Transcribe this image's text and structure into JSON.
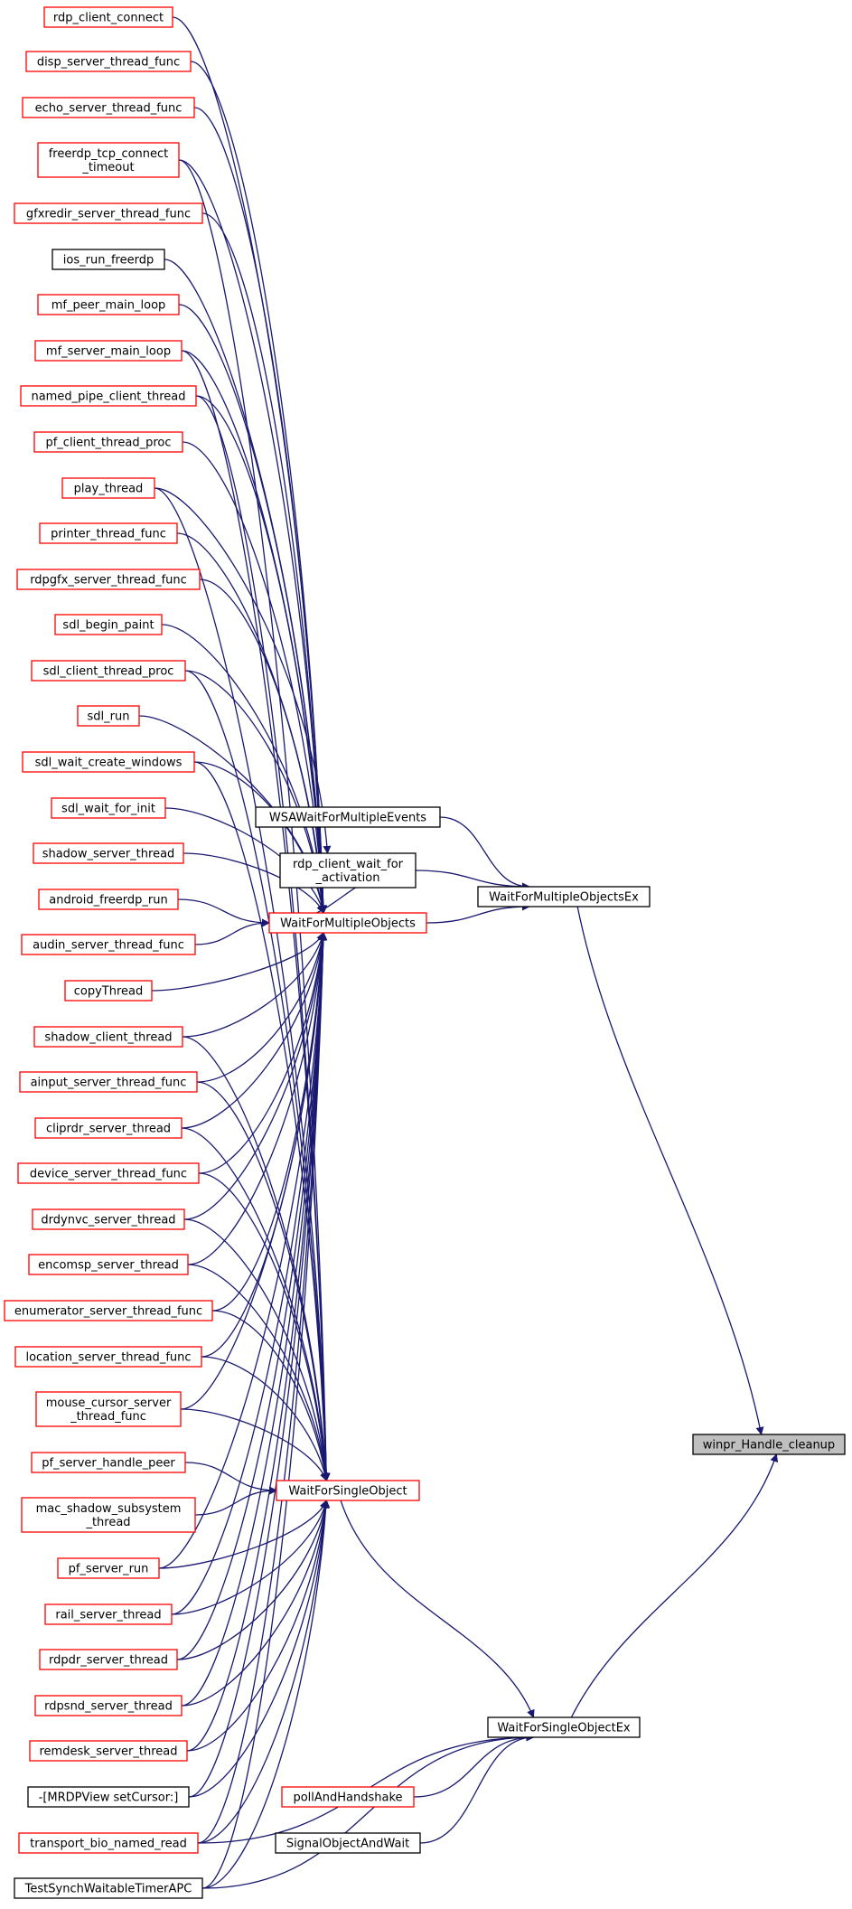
{
  "colors": {
    "edge": "#191970",
    "linked_border": "#ff0000",
    "plain_border": "#000000",
    "focus_fill": "#bfbfbf"
  },
  "nodes": [
    {
      "id": "rdp_client_connect",
      "lines": [
        "rdp_client_connect"
      ],
      "style": "red"
    },
    {
      "id": "disp_server_thread_func",
      "lines": [
        "disp_server_thread_func"
      ],
      "style": "red"
    },
    {
      "id": "echo_server_thread_func",
      "lines": [
        "echo_server_thread_func"
      ],
      "style": "red"
    },
    {
      "id": "freerdp_tcp_connect_timeout",
      "lines": [
        "freerdp_tcp_connect",
        "_timeout"
      ],
      "style": "red"
    },
    {
      "id": "gfxredir_server_thread_func",
      "lines": [
        "gfxredir_server_thread_func"
      ],
      "style": "red"
    },
    {
      "id": "ios_run_freerdp",
      "lines": [
        "ios_run_freerdp"
      ],
      "style": "black"
    },
    {
      "id": "mf_peer_main_loop",
      "lines": [
        "mf_peer_main_loop"
      ],
      "style": "red"
    },
    {
      "id": "mf_server_main_loop",
      "lines": [
        "mf_server_main_loop"
      ],
      "style": "red"
    },
    {
      "id": "named_pipe_client_thread",
      "lines": [
        "named_pipe_client_thread"
      ],
      "style": "red"
    },
    {
      "id": "pf_client_thread_proc",
      "lines": [
        "pf_client_thread_proc"
      ],
      "style": "red"
    },
    {
      "id": "play_thread",
      "lines": [
        "play_thread"
      ],
      "style": "red"
    },
    {
      "id": "printer_thread_func",
      "lines": [
        "printer_thread_func"
      ],
      "style": "red"
    },
    {
      "id": "rdpgfx_server_thread_func",
      "lines": [
        "rdpgfx_server_thread_func"
      ],
      "style": "red"
    },
    {
      "id": "sdl_begin_paint",
      "lines": [
        "sdl_begin_paint"
      ],
      "style": "red"
    },
    {
      "id": "sdl_client_thread_proc",
      "lines": [
        "sdl_client_thread_proc"
      ],
      "style": "red"
    },
    {
      "id": "sdl_run",
      "lines": [
        "sdl_run"
      ],
      "style": "red"
    },
    {
      "id": "sdl_wait_create_windows",
      "lines": [
        "sdl_wait_create_windows"
      ],
      "style": "red"
    },
    {
      "id": "sdl_wait_for_init",
      "lines": [
        "sdl_wait_for_init"
      ],
      "style": "red"
    },
    {
      "id": "shadow_server_thread",
      "lines": [
        "shadow_server_thread"
      ],
      "style": "red"
    },
    {
      "id": "android_freerdp_run",
      "lines": [
        "android_freerdp_run"
      ],
      "style": "red"
    },
    {
      "id": "audin_server_thread_func",
      "lines": [
        "audin_server_thread_func"
      ],
      "style": "red"
    },
    {
      "id": "copyThread",
      "lines": [
        "copyThread"
      ],
      "style": "red"
    },
    {
      "id": "shadow_client_thread",
      "lines": [
        "shadow_client_thread"
      ],
      "style": "red"
    },
    {
      "id": "ainput_server_thread_func",
      "lines": [
        "ainput_server_thread_func"
      ],
      "style": "red"
    },
    {
      "id": "cliprdr_server_thread",
      "lines": [
        "cliprdr_server_thread"
      ],
      "style": "red"
    },
    {
      "id": "device_server_thread_func",
      "lines": [
        "device_server_thread_func"
      ],
      "style": "red"
    },
    {
      "id": "drdynvc_server_thread",
      "lines": [
        "drdynvc_server_thread"
      ],
      "style": "red"
    },
    {
      "id": "encomsp_server_thread",
      "lines": [
        "encomsp_server_thread"
      ],
      "style": "red"
    },
    {
      "id": "enumerator_server_thread_func",
      "lines": [
        "enumerator_server_thread_func"
      ],
      "style": "red"
    },
    {
      "id": "location_server_thread_func",
      "lines": [
        "location_server_thread_func"
      ],
      "style": "red"
    },
    {
      "id": "mouse_cursor_server_thread_func",
      "lines": [
        "mouse_cursor_server",
        "_thread_func"
      ],
      "style": "red"
    },
    {
      "id": "pf_server_handle_peer",
      "lines": [
        "pf_server_handle_peer"
      ],
      "style": "red"
    },
    {
      "id": "mac_shadow_subsystem_thread",
      "lines": [
        "mac_shadow_subsystem",
        "_thread"
      ],
      "style": "red"
    },
    {
      "id": "pf_server_run",
      "lines": [
        "pf_server_run"
      ],
      "style": "red"
    },
    {
      "id": "rail_server_thread",
      "lines": [
        "rail_server_thread"
      ],
      "style": "red"
    },
    {
      "id": "rdpdr_server_thread",
      "lines": [
        "rdpdr_server_thread"
      ],
      "style": "red"
    },
    {
      "id": "rdpsnd_server_thread",
      "lines": [
        "rdpsnd_server_thread"
      ],
      "style": "red"
    },
    {
      "id": "remdesk_server_thread",
      "lines": [
        "remdesk_server_thread"
      ],
      "style": "red"
    },
    {
      "id": "MRDPView_setCursor",
      "lines": [
        "-[MRDPView setCursor:]"
      ],
      "style": "black"
    },
    {
      "id": "transport_bio_named_read",
      "lines": [
        "transport_bio_named_read"
      ],
      "style": "red"
    },
    {
      "id": "TestSynchWaitableTimerAPC",
      "lines": [
        "TestSynchWaitableTimerAPC"
      ],
      "style": "black"
    },
    {
      "id": "WSAWaitForMultipleEvents",
      "lines": [
        "WSAWaitForMultipleEvents"
      ],
      "style": "black"
    },
    {
      "id": "rdp_client_wait_for_activation",
      "lines": [
        "rdp_client_wait_for",
        "_activation"
      ],
      "style": "black"
    },
    {
      "id": "WaitForMultipleObjects",
      "lines": [
        "WaitForMultipleObjects"
      ],
      "style": "red"
    },
    {
      "id": "WaitForSingleObject",
      "lines": [
        "WaitForSingleObject"
      ],
      "style": "red"
    },
    {
      "id": "pollAndHandshake",
      "lines": [
        "pollAndHandshake"
      ],
      "style": "red"
    },
    {
      "id": "SignalObjectAndWait",
      "lines": [
        "SignalObjectAndWait"
      ],
      "style": "black"
    },
    {
      "id": "WaitForMultipleObjectsEx",
      "lines": [
        "WaitForMultipleObjectsEx"
      ],
      "style": "black"
    },
    {
      "id": "WaitForSingleObjectEx",
      "lines": [
        "WaitForSingleObjectEx"
      ],
      "style": "black"
    },
    {
      "id": "winpr_Handle_cleanup",
      "lines": [
        "winpr_Handle_cleanup"
      ],
      "style": "focus"
    }
  ],
  "edges": [
    [
      "rdp_client_connect",
      "WaitForMultipleObjects"
    ],
    [
      "disp_server_thread_func",
      "WaitForMultipleObjects"
    ],
    [
      "echo_server_thread_func",
      "WaitForMultipleObjects"
    ],
    [
      "freerdp_tcp_connect_timeout",
      "WaitForMultipleObjects"
    ],
    [
      "gfxredir_server_thread_func",
      "WaitForMultipleObjects"
    ],
    [
      "ios_run_freerdp",
      "WaitForMultipleObjects"
    ],
    [
      "mf_peer_main_loop",
      "WaitForMultipleObjects"
    ],
    [
      "mf_server_main_loop",
      "WaitForMultipleObjects"
    ],
    [
      "named_pipe_client_thread",
      "WaitForMultipleObjects"
    ],
    [
      "pf_client_thread_proc",
      "WaitForMultipleObjects"
    ],
    [
      "play_thread",
      "rdp_client_wait_for_activation"
    ],
    [
      "printer_thread_func",
      "WaitForMultipleObjects"
    ],
    [
      "rdpgfx_server_thread_func",
      "WaitForMultipleObjects"
    ],
    [
      "sdl_begin_paint",
      "WaitForMultipleObjects"
    ],
    [
      "sdl_client_thread_proc",
      "WaitForMultipleObjects"
    ],
    [
      "sdl_run",
      "WaitForMultipleObjects"
    ],
    [
      "sdl_wait_create_windows",
      "WaitForMultipleObjects"
    ],
    [
      "sdl_wait_for_init",
      "WaitForMultipleObjects"
    ],
    [
      "shadow_server_thread",
      "WaitForMultipleObjects"
    ],
    [
      "android_freerdp_run",
      "WaitForMultipleObjects"
    ],
    [
      "audin_server_thread_func",
      "WaitForMultipleObjects"
    ],
    [
      "copyThread",
      "WaitForMultipleObjects"
    ],
    [
      "shadow_client_thread",
      "WaitForMultipleObjects"
    ],
    [
      "ainput_server_thread_func",
      "WaitForMultipleObjects"
    ],
    [
      "cliprdr_server_thread",
      "WaitForMultipleObjects"
    ],
    [
      "device_server_thread_func",
      "WaitForMultipleObjects"
    ],
    [
      "drdynvc_server_thread",
      "WaitForMultipleObjects"
    ],
    [
      "encomsp_server_thread",
      "WaitForMultipleObjects"
    ],
    [
      "enumerator_server_thread_func",
      "WaitForMultipleObjects"
    ],
    [
      "location_server_thread_func",
      "WaitForMultipleObjects"
    ],
    [
      "mouse_cursor_server_thread_func",
      "WaitForMultipleObjects"
    ],
    [
      "pf_server_run",
      "WaitForMultipleObjects"
    ],
    [
      "rail_server_thread",
      "WaitForMultipleObjects"
    ],
    [
      "rdpdr_server_thread",
      "WaitForMultipleObjects"
    ],
    [
      "rdpsnd_server_thread",
      "WaitForMultipleObjects"
    ],
    [
      "remdesk_server_thread",
      "WaitForMultipleObjects"
    ],
    [
      "MRDPView_setCursor",
      "WaitForMultipleObjects"
    ],
    [
      "transport_bio_named_read",
      "WaitForMultipleObjects"
    ],
    [
      "TestSynchWaitableTimerAPC",
      "WaitForMultipleObjects"
    ],
    [
      "freerdp_tcp_connect_timeout",
      "WaitForSingleObject"
    ],
    [
      "mf_server_main_loop",
      "WaitForSingleObject"
    ],
    [
      "named_pipe_client_thread",
      "WaitForSingleObject"
    ],
    [
      "play_thread",
      "WaitForSingleObject"
    ],
    [
      "sdl_client_thread_proc",
      "WaitForSingleObject"
    ],
    [
      "sdl_wait_create_windows",
      "WaitForSingleObject"
    ],
    [
      "shadow_client_thread",
      "WaitForSingleObject"
    ],
    [
      "ainput_server_thread_func",
      "WaitForSingleObject"
    ],
    [
      "cliprdr_server_thread",
      "WaitForSingleObject"
    ],
    [
      "device_server_thread_func",
      "WaitForSingleObject"
    ],
    [
      "drdynvc_server_thread",
      "WaitForSingleObject"
    ],
    [
      "encomsp_server_thread",
      "WaitForSingleObject"
    ],
    [
      "enumerator_server_thread_func",
      "WaitForSingleObject"
    ],
    [
      "location_server_thread_func",
      "WaitForSingleObject"
    ],
    [
      "mouse_cursor_server_thread_func",
      "WaitForSingleObject"
    ],
    [
      "pf_server_handle_peer",
      "WaitForSingleObject"
    ],
    [
      "mac_shadow_subsystem_thread",
      "WaitForSingleObject"
    ],
    [
      "pf_server_run",
      "WaitForSingleObject"
    ],
    [
      "rail_server_thread",
      "WaitForSingleObject"
    ],
    [
      "rdpdr_server_thread",
      "WaitForSingleObject"
    ],
    [
      "rdpsnd_server_thread",
      "WaitForSingleObject"
    ],
    [
      "remdesk_server_thread",
      "WaitForSingleObject"
    ],
    [
      "MRDPView_setCursor",
      "WaitForSingleObject"
    ],
    [
      "transport_bio_named_read",
      "WaitForSingleObject"
    ],
    [
      "TestSynchWaitableTimerAPC",
      "WaitForSingleObject"
    ],
    [
      "rdp_client_wait_for_activation",
      "WaitForMultipleObjects"
    ],
    [
      "rdp_client_wait_for_activation",
      "WaitForMultipleObjectsEx"
    ],
    [
      "WSAWaitForMultipleEvents",
      "WaitForMultipleObjectsEx"
    ],
    [
      "WaitForMultipleObjects",
      "WaitForMultipleObjectsEx"
    ],
    [
      "WaitForSingleObject",
      "WaitForSingleObjectEx"
    ],
    [
      "transport_bio_named_read",
      "WaitForSingleObjectEx"
    ],
    [
      "TestSynchWaitableTimerAPC",
      "WaitForSingleObjectEx"
    ],
    [
      "pollAndHandshake",
      "WaitForSingleObjectEx"
    ],
    [
      "SignalObjectAndWait",
      "WaitForSingleObjectEx"
    ],
    [
      "WaitForMultipleObjectsEx",
      "winpr_Handle_cleanup"
    ],
    [
      "WaitForSingleObjectEx",
      "winpr_Handle_cleanup"
    ]
  ]
}
